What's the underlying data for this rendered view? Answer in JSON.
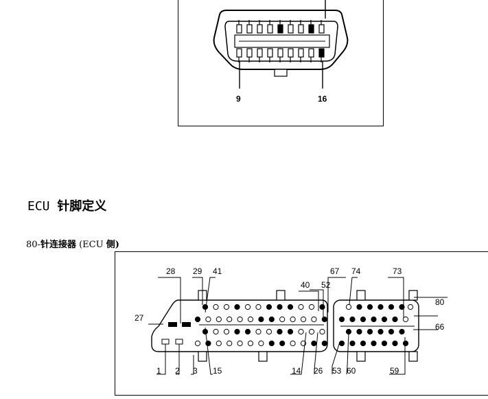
{
  "obd": {
    "pin_left": "9",
    "pin_right": "16"
  },
  "section": {
    "title_prefix": "ECU",
    "title_suffix": "针脚定义"
  },
  "connector": {
    "subtitle_prefix": "80-",
    "subtitle_bold": "针连接器",
    "subtitle_paren": "(ECU",
    "subtitle_side": "侧)"
  },
  "ecu_labels": {
    "l1": "1",
    "l2": "2",
    "l3": "3",
    "l14": "14",
    "l15": "15",
    "l26": "26",
    "l27": "27",
    "l28": "28",
    "l29": "29",
    "l40": "40",
    "l41": "41",
    "l52": "52",
    "l53": "53",
    "l59": "59",
    "l60": "60",
    "l66": "66",
    "l67": "67",
    "l73": "73",
    "l74": "74",
    "l80": "80"
  }
}
